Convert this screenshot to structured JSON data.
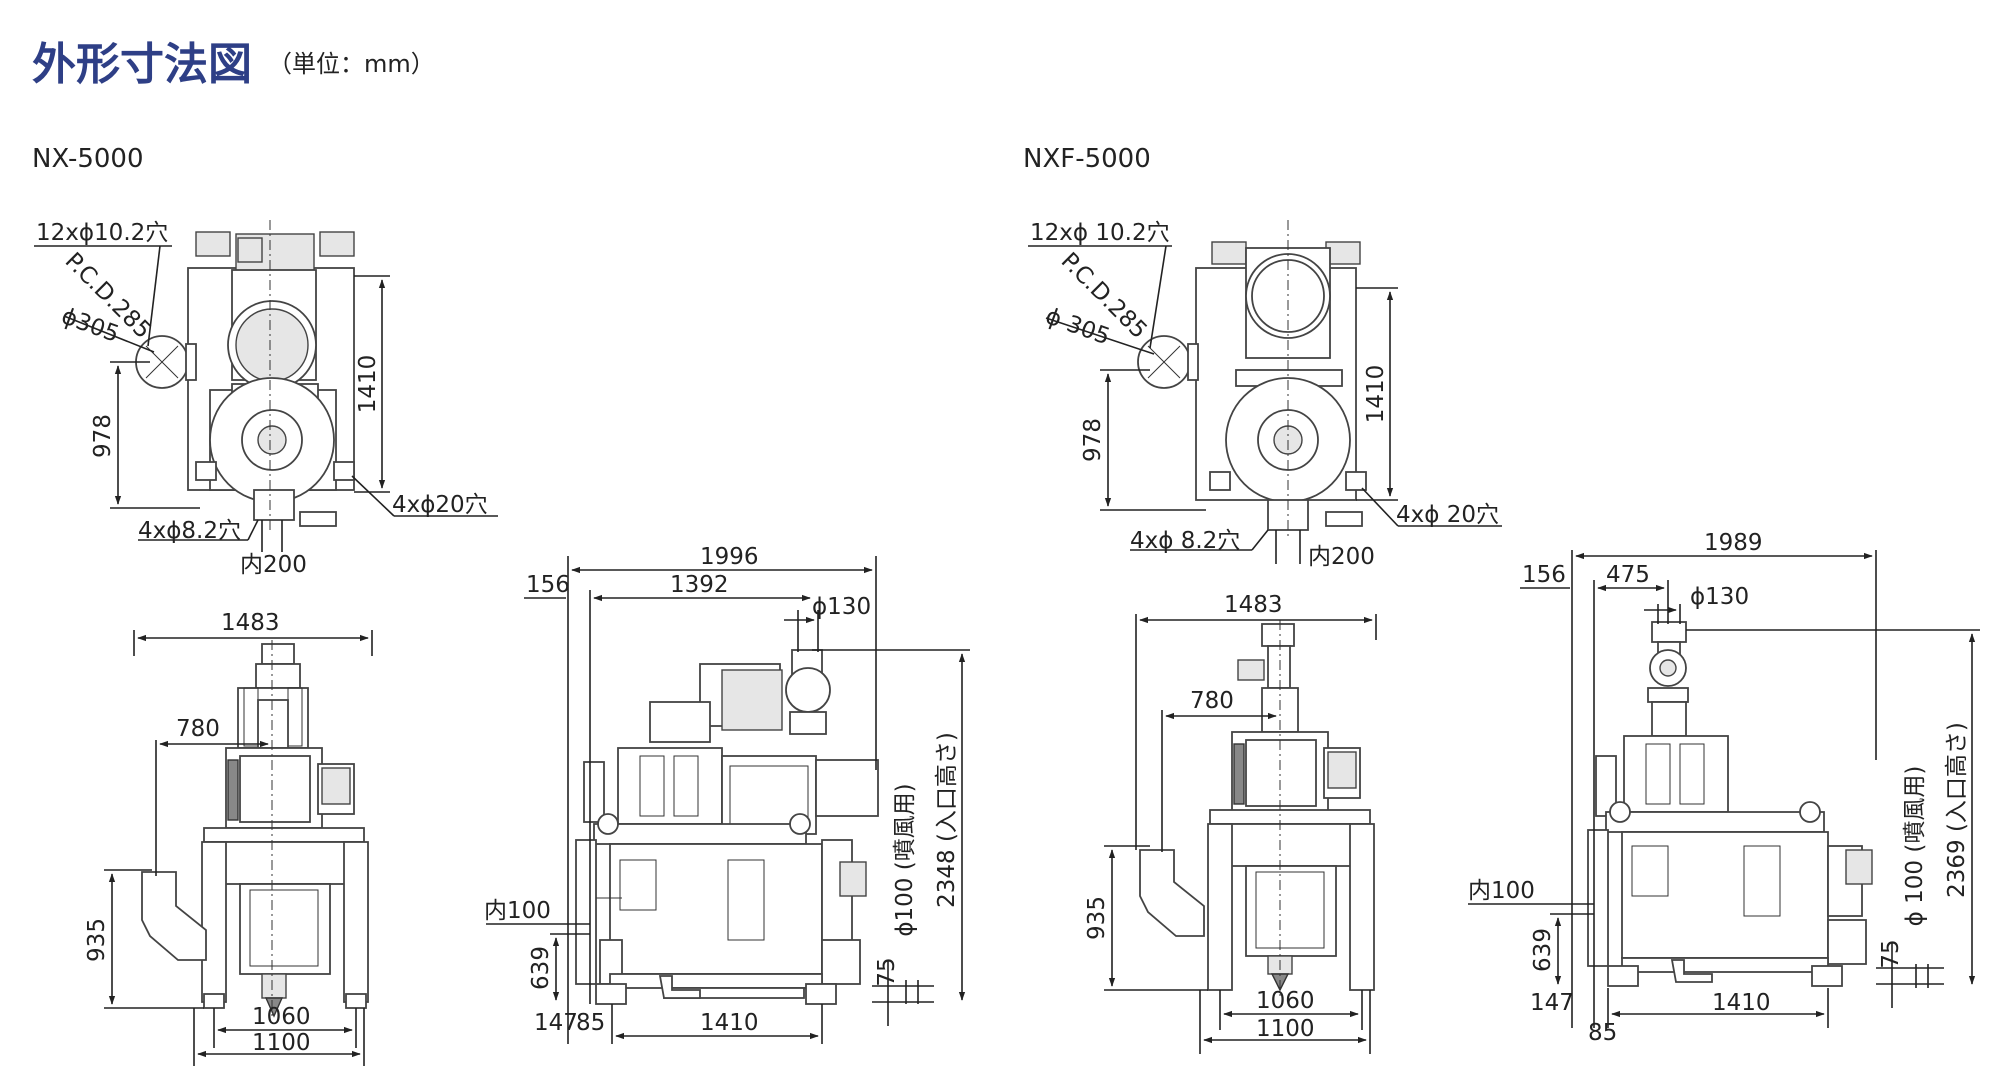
{
  "header": {
    "title": "外形寸法図",
    "unit": "（単位：mm）"
  },
  "models": [
    {
      "name": "NX-5000",
      "top_view": {
        "holes_12": "12xϕ10.2穴",
        "pcd": "P.C.D.285",
        "dia_305": "ϕ305",
        "dim_1410": "1410",
        "dim_978": "978",
        "holes_4x20": "4xϕ20穴",
        "holes_4x82": "4xϕ8.2穴",
        "inner_200": "内200"
      },
      "front_view": {
        "dim_1483": "1483",
        "dim_780": "780",
        "dim_935": "935",
        "dim_1060": "1060",
        "dim_1100": "1100"
      },
      "side_view": {
        "dim_1996": "1996",
        "dim_156": "156",
        "dim_1392": "1392",
        "dia_130": "ϕ130",
        "dim_2348": "2348 (入口高さ)",
        "dia_100": "ϕ100 (噴風用)",
        "inner_100": "内100",
        "dim_639": "639",
        "dim_75": "75",
        "dim_147": "147",
        "dim_85": "85",
        "dim_1410": "1410"
      }
    },
    {
      "name": "NXF-5000",
      "top_view": {
        "holes_12": "12xϕ 10.2穴",
        "pcd": "P.C.D.285",
        "dia_305": "ϕ 305",
        "dim_1410": "1410",
        "dim_978": "978",
        "holes_4x20": "4xϕ 20穴",
        "holes_4x82": "4xϕ 8.2穴",
        "inner_200": "内200"
      },
      "front_view": {
        "dim_1483": "1483",
        "dim_780": "780",
        "dim_935": "935",
        "dim_1060": "1060",
        "dim_1100": "1100"
      },
      "side_view": {
        "dim_1989": "1989",
        "dim_156": "156",
        "dim_475": "475",
        "dia_130": "ϕ130",
        "dim_2369": "2369 (入口高さ)",
        "dia_100": "ϕ 100 (噴風用)",
        "inner_100": "内100",
        "dim_639": "639",
        "dim_75": "75",
        "dim_147": "147",
        "dim_85": "85",
        "dim_1410": "1410"
      }
    }
  ]
}
